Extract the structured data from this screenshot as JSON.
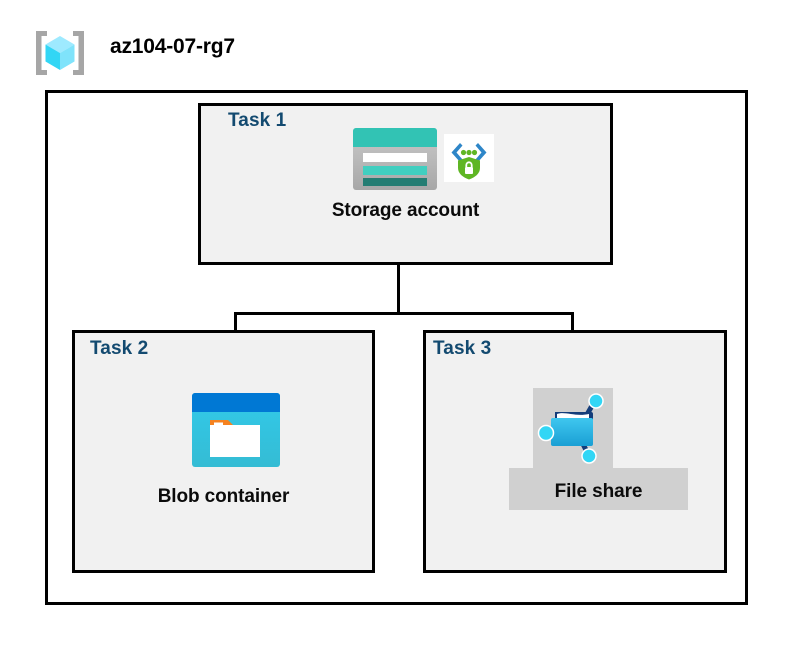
{
  "header": {
    "icon": "resource-group-icon",
    "title": "az104-07-rg7"
  },
  "diagram": {
    "container_name": "resource-group-container",
    "tasks": [
      {
        "id": "task1",
        "label": "Task 1",
        "node_label": "Storage account",
        "icons": [
          "storage-account-icon",
          "secure-endpoint-shield-icon"
        ],
        "highlighted": false
      },
      {
        "id": "task2",
        "label": "Task 2",
        "node_label": "Blob container",
        "icons": [
          "blob-container-icon"
        ],
        "highlighted": false
      },
      {
        "id": "task3",
        "label": "Task 3",
        "node_label": "File share",
        "icons": [
          "file-share-icon"
        ],
        "highlighted": true
      }
    ],
    "connectors": [
      {
        "from": "task1",
        "to": "task2"
      },
      {
        "from": "task1",
        "to": "task3"
      }
    ]
  },
  "colors": {
    "task_label": "#134a70",
    "node_label": "#0b0b0b",
    "box_fill": "#f1f1f1",
    "box_border": "#000000",
    "canvas": "#ffffff",
    "highlight": "#d0d0d0",
    "storage_teal": "#32c3b4",
    "storage_teal_dark": "#247d73",
    "blob_blue": "#0078d4",
    "blob_cyan": "#32caea",
    "blob_orange": "#f58220",
    "shield_green": "#5fb624",
    "bracket_gray": "#a6a6a6",
    "cube_cyan": "#32d6f5"
  }
}
